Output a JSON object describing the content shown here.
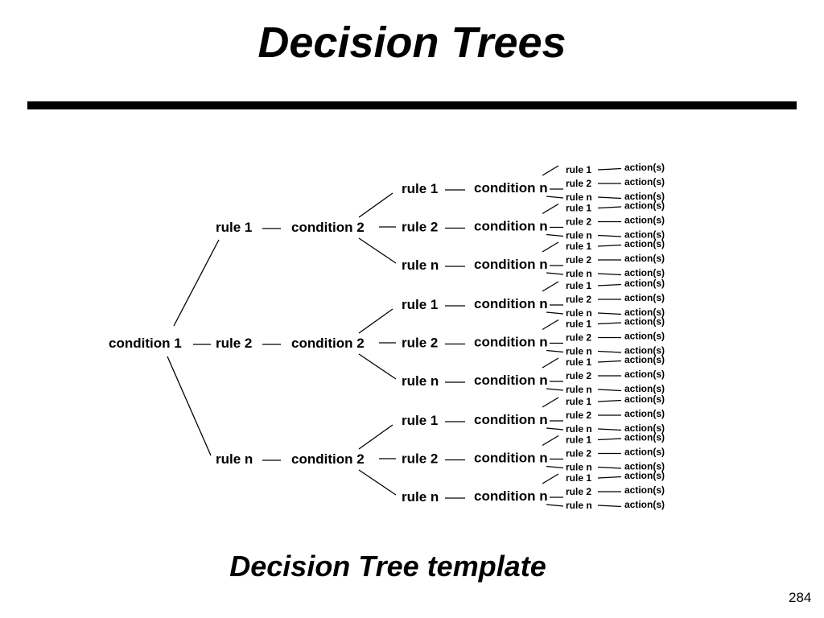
{
  "slide": {
    "title": "Decision Trees",
    "caption": "Decision Tree template",
    "page_number": "284"
  },
  "tree": {
    "root": "condition 1",
    "rule_labels": [
      "rule 1",
      "rule 2",
      "rule n"
    ],
    "second_condition": "condition 2",
    "nth_condition": "condition n",
    "action": "action(s)"
  }
}
